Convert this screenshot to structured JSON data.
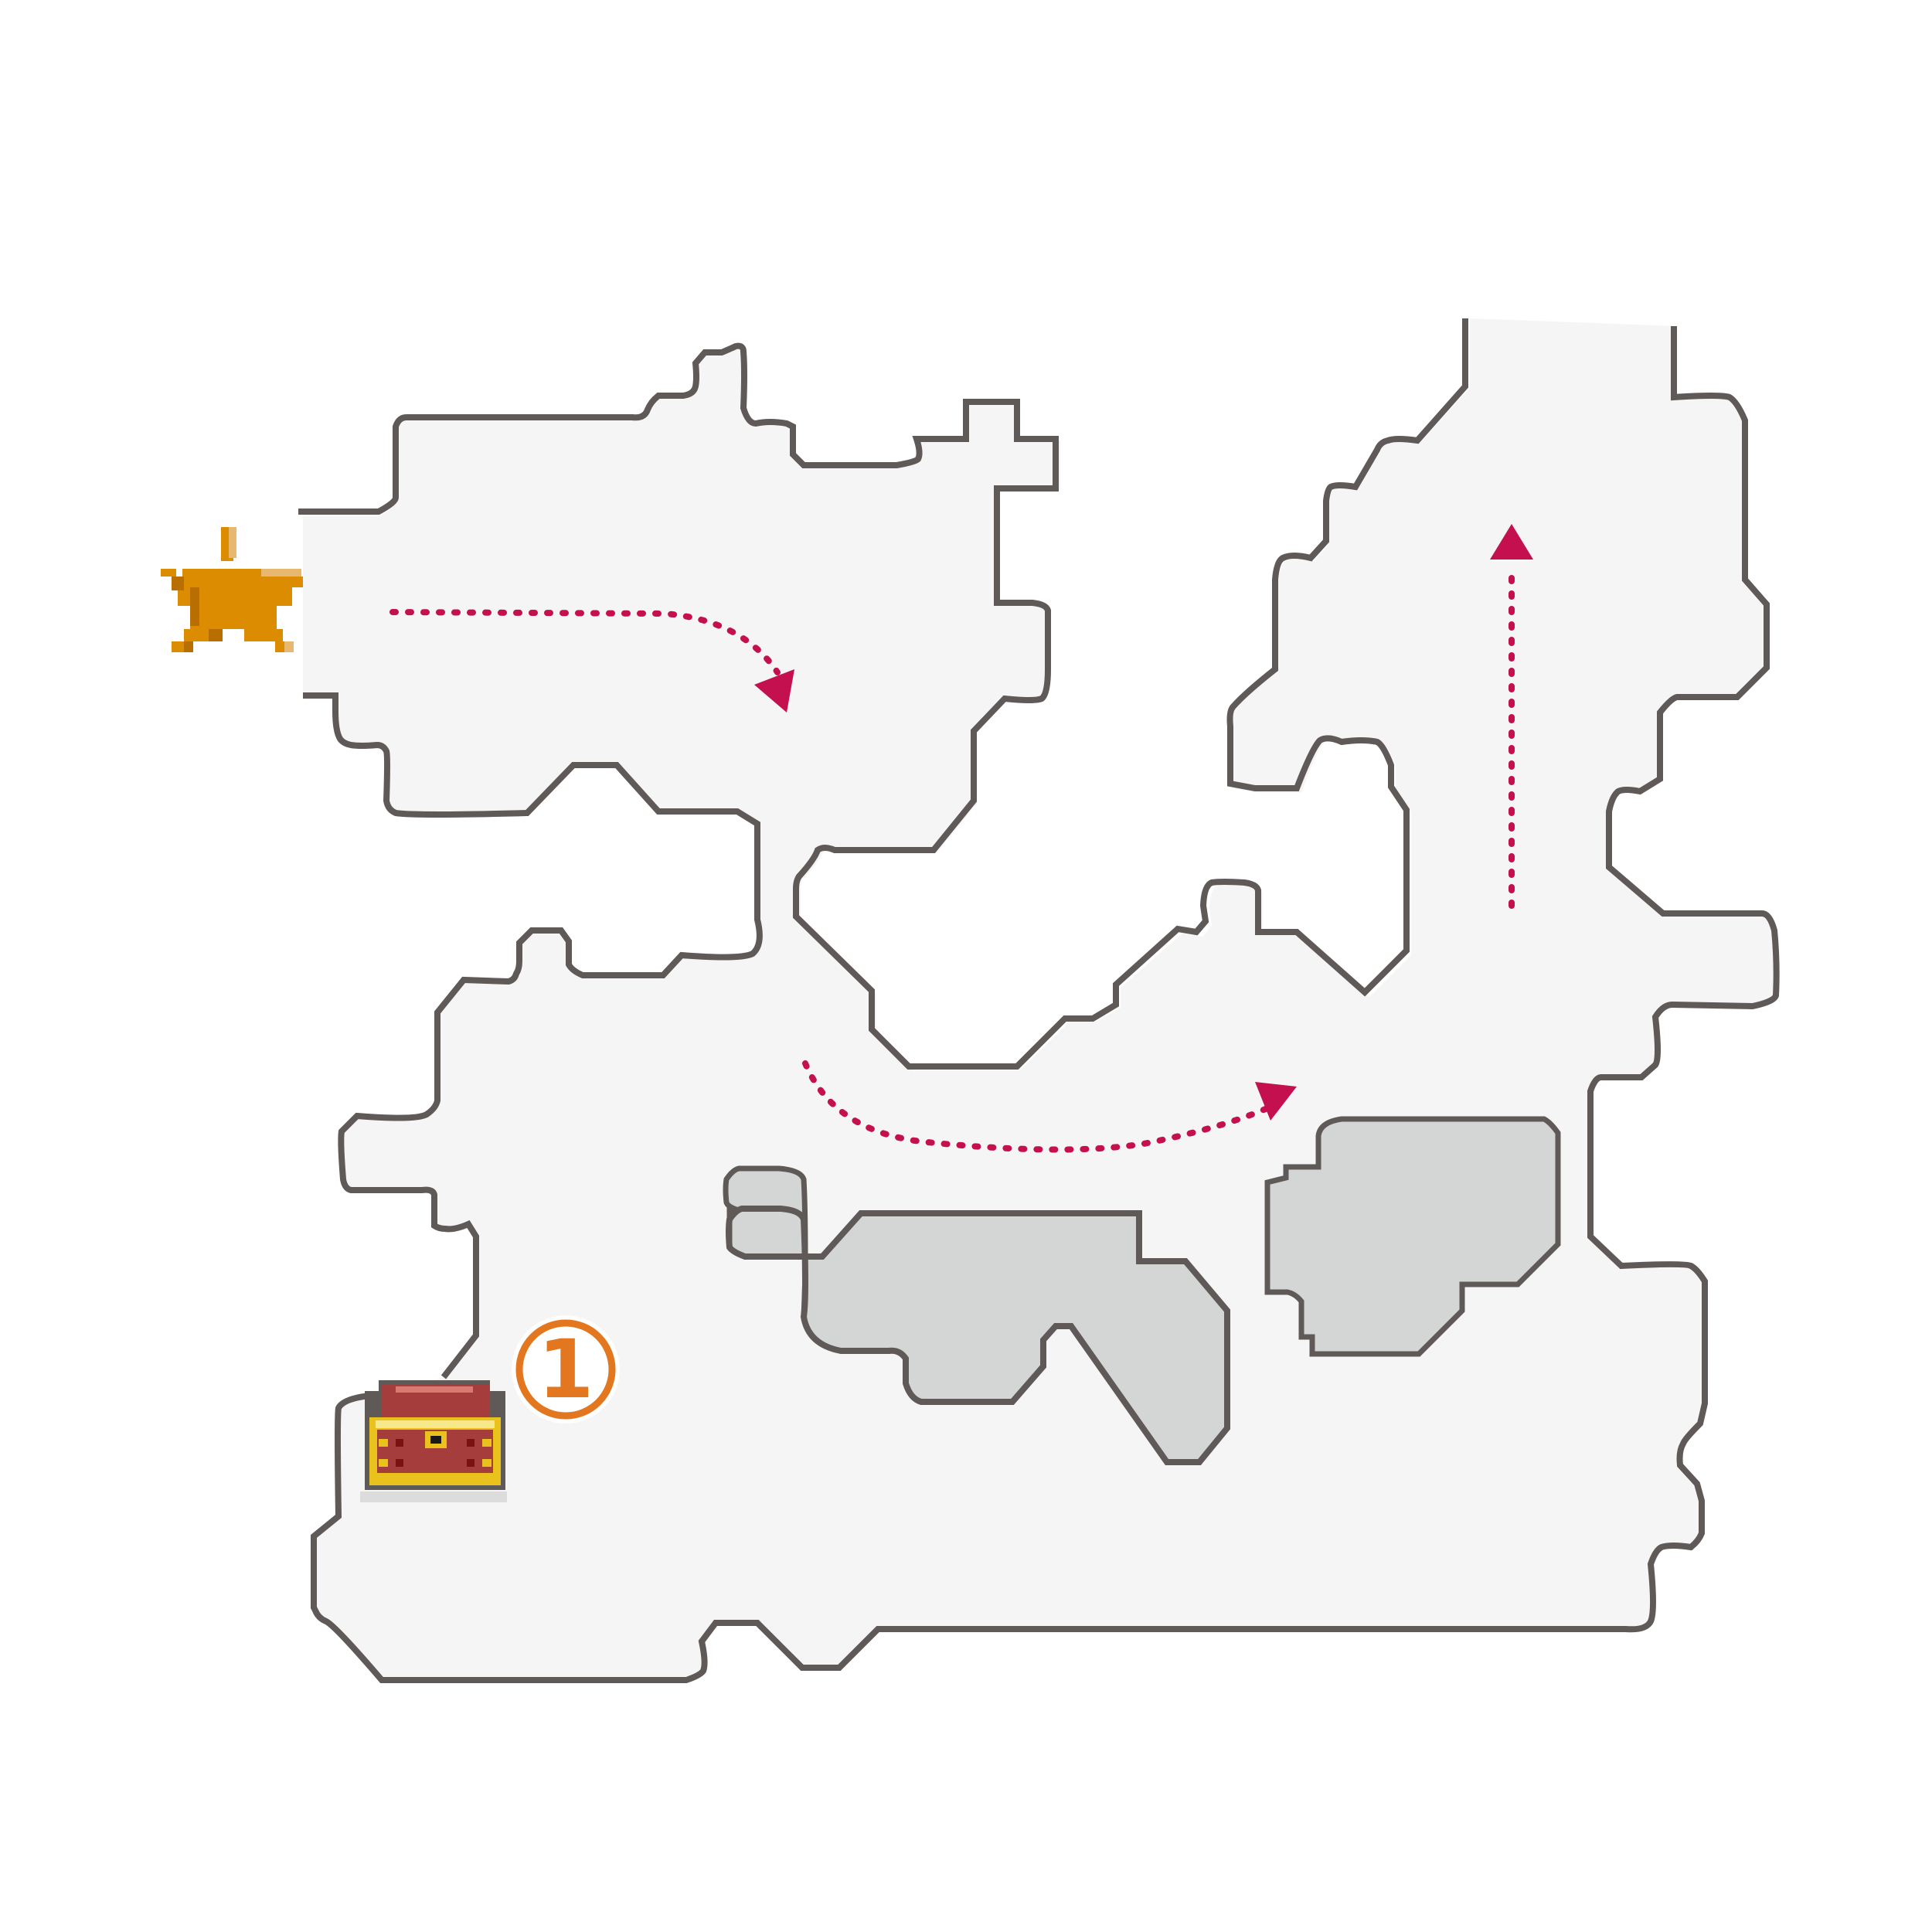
{
  "map": {
    "colors": {
      "floor": "#f5f5f5",
      "wall": "#5f5a57",
      "obstacle": "#d4d6d5",
      "path_arrow": "#c4104e",
      "marker": "#e2771f",
      "star": "#dc8c00",
      "chest_red": "#a63d3d",
      "chest_gold": "#e9c21e"
    },
    "entrance": {
      "icon": "start-star-icon"
    },
    "treasures": [
      {
        "icon": "treasure-chest-icon",
        "marker_label": "1"
      }
    ],
    "route_arrows": [
      {
        "icon": "route-arrow-icon",
        "direction": "east-then-south"
      },
      {
        "icon": "route-arrow-icon",
        "direction": "east-then-north"
      },
      {
        "icon": "route-arrow-icon",
        "direction": "north"
      }
    ]
  }
}
